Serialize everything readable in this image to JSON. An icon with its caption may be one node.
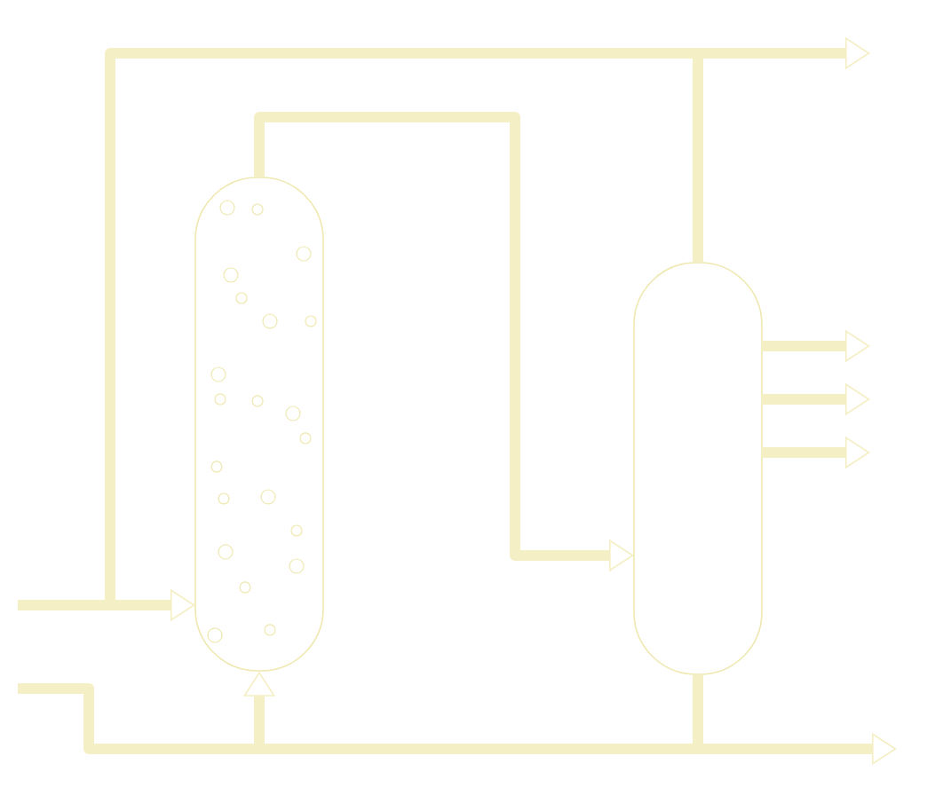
{
  "diagram": {
    "nodes": [
      {
        "text": [],
        "shape": "cylinder"
      },
      {
        "text": [],
        "shape": "cylinder"
      }
    ],
    "edges": [
      {
        "from": null,
        "to": 0,
        "arrow": "to"
      },
      {
        "from": 0,
        "to": 1,
        "arrow": "to"
      },
      {
        "from": 1,
        "to": null,
        "arrow": "to"
      },
      {
        "from": 1,
        "to": null,
        "arrow": "to"
      },
      {
        "from": 1,
        "to": null,
        "arrow": "to"
      },
      {
        "from": 1,
        "to": null,
        "arrow": "to"
      },
      {
        "from": null,
        "to": 0,
        "arrow": "to"
      },
      {
        "from": 1,
        "to": null,
        "arrow": "to"
      }
    ]
  }
}
